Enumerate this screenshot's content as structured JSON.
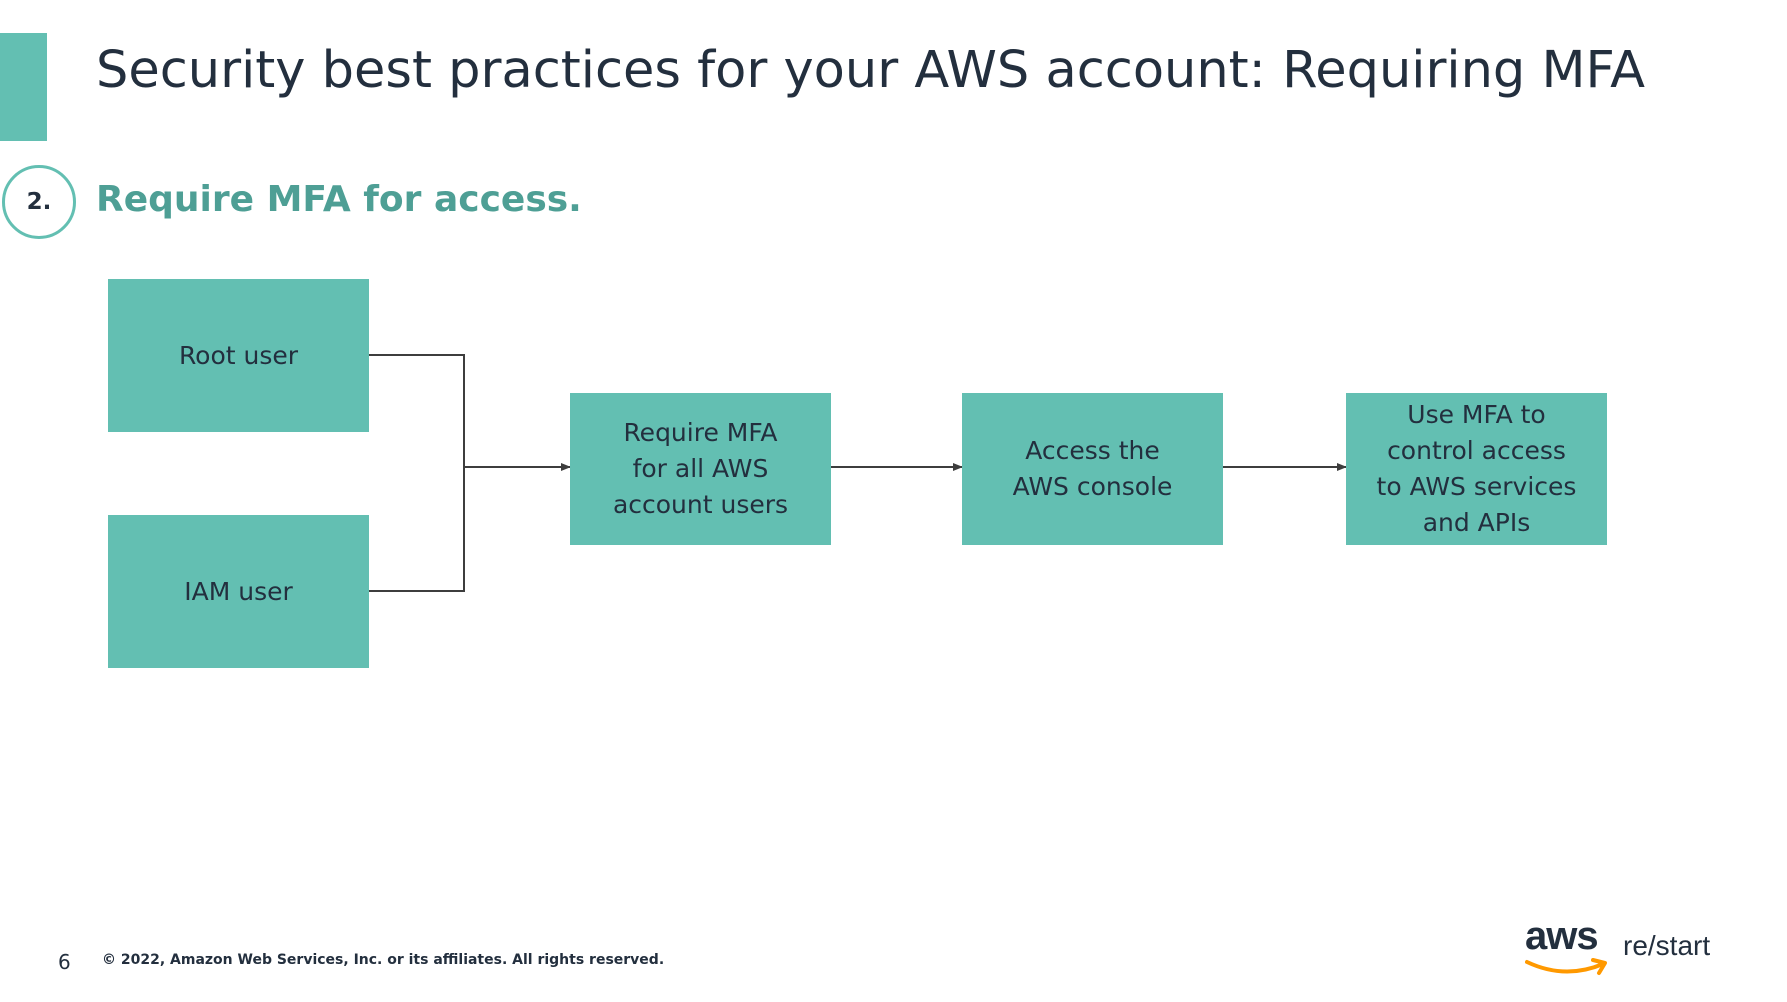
{
  "slide": {
    "title": "Security best practices for your AWS account: Requiring MFA",
    "step_number": "2.",
    "subtitle": "Require MFA for access.",
    "page_number": "6",
    "copyright": "© 2022, Amazon Web Services, Inc. or its affiliates. All rights reserved."
  },
  "diagram": {
    "nodes": [
      {
        "id": "root-user",
        "label": "Root user"
      },
      {
        "id": "iam-user",
        "label": "IAM user"
      },
      {
        "id": "require-mfa",
        "label": "Require MFA\nfor all AWS\naccount users"
      },
      {
        "id": "access-console",
        "label": "Access the\nAWS console"
      },
      {
        "id": "use-mfa",
        "label": "Use MFA to\ncontrol access\nto AWS services\nand APIs"
      }
    ],
    "edges": [
      {
        "from": "root-user",
        "to": "require-mfa"
      },
      {
        "from": "iam-user",
        "to": "require-mfa"
      },
      {
        "from": "require-mfa",
        "to": "access-console"
      },
      {
        "from": "access-console",
        "to": "use-mfa"
      }
    ]
  },
  "logo": {
    "brand": "aws",
    "product": "re/start"
  },
  "colors": {
    "accent": "#63bfb2",
    "subtitle": "#4e9f95",
    "text": "#232f3e",
    "smile": "#ff9900"
  }
}
